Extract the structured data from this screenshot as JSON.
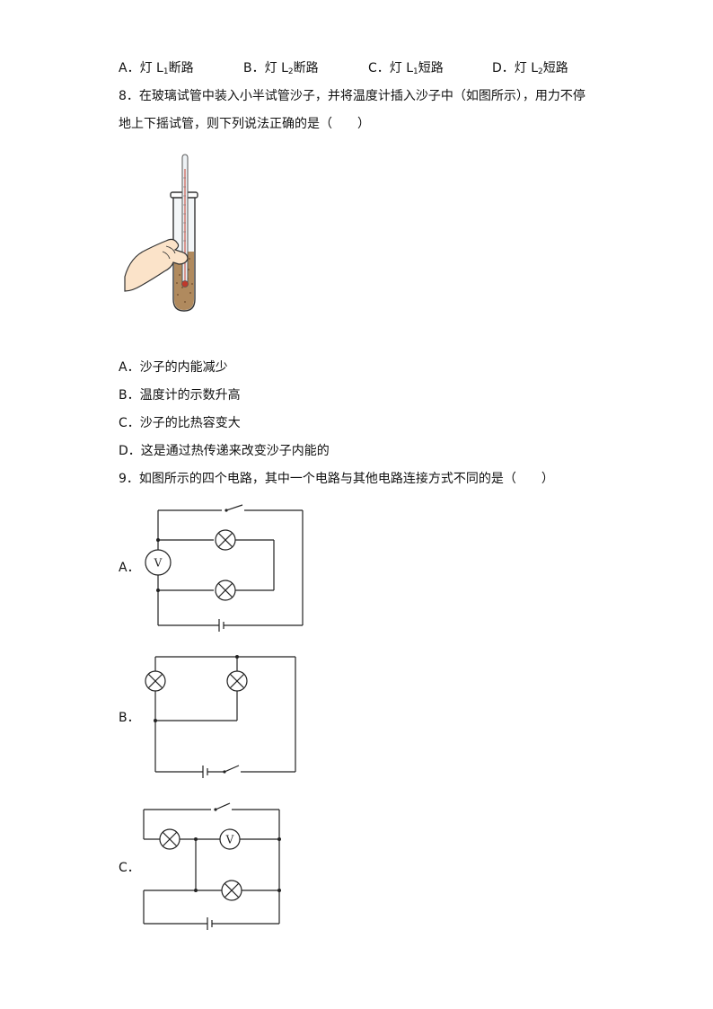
{
  "q7_options": [
    {
      "letter": "A．灯 ",
      "base": "L",
      "sub": "1",
      "tail": "断路"
    },
    {
      "letter": "B．灯 ",
      "base": "L",
      "sub": "2",
      "tail": "断路"
    },
    {
      "letter": "C．灯 ",
      "base": "L",
      "sub": "1",
      "tail": "短路"
    },
    {
      "letter": "D．灯 ",
      "base": "L",
      "sub": "2",
      "tail": "短路"
    }
  ],
  "q8": {
    "stem_line1": "8．在玻璃试管中装入小半试管沙子，并将温度计插入沙子中（如图所示），用力不停",
    "stem_line2": "地上下摇试管，则下列说法正确的是（　　）",
    "options": [
      "A．沙子的内能减少",
      "B．温度计的示数升高",
      "C．沙子的比热容变大",
      "D．这是通过热传递来改变沙子内能的"
    ]
  },
  "q9": {
    "stem": "9．如图所示的四个电路，其中一个电路与其他电路连接方式不同的是（　　）",
    "circuit_labels": [
      "A．",
      "B．",
      "C．"
    ],
    "meter_symbol": "V"
  }
}
